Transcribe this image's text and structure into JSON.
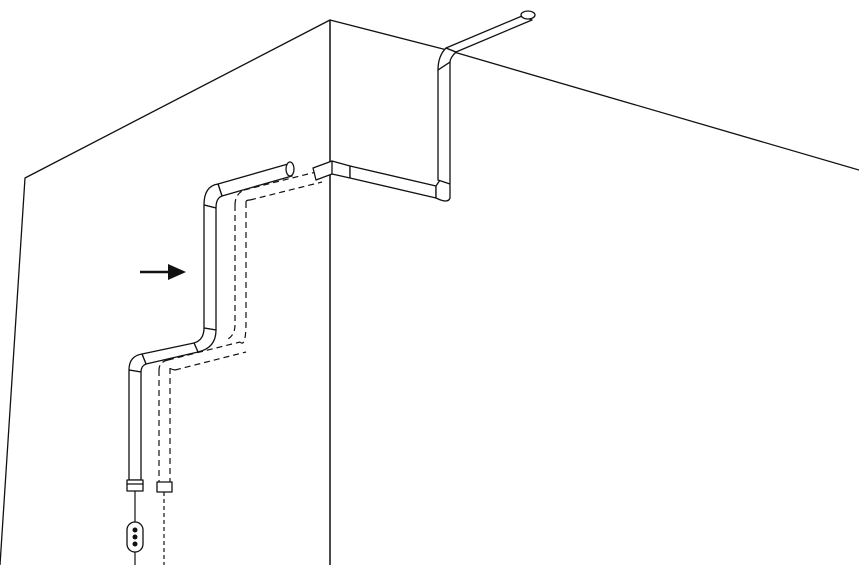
{
  "figure": {
    "background": "#ffffff",
    "line_color": "#111111",
    "elements": [
      "wall-corner",
      "cable-duct-installed",
      "cable-duct-alternative-dashed",
      "direction-arrow",
      "power-cable-with-inline-switch"
    ]
  }
}
